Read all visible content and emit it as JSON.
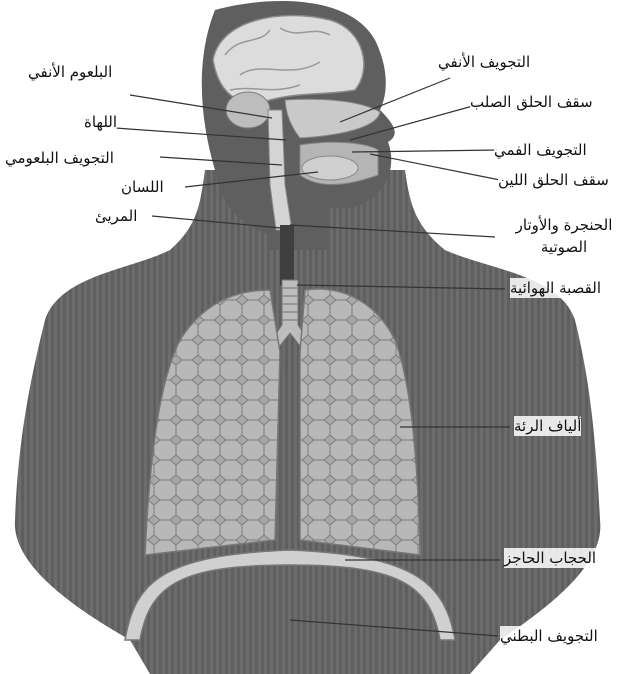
{
  "labels": {
    "nasopharynx": "البلعوم الأنفي",
    "uvula": "اللهاة",
    "oropharynx": "التجويف البلعومي",
    "tongue": "اللسان",
    "esophagus": "المريئ",
    "nasal_cavity": "التجويف الأنفي",
    "hard_palate": "سقف الحلق الصلب",
    "oral_cavity": "التجويف الفمي",
    "soft_palate": "سقف الحلق اللين",
    "larynx_vocal_cords": "الحنجرة والأوتار الصوتية",
    "trachea": "القصبة الهوائية",
    "lung_fibers": "ألياف الرئة",
    "diaphragm": "الحجاب الحاجز",
    "abdominal_cavity": "التجويف البطني"
  },
  "colors": {
    "body": "#5f5f5f",
    "head_light": "#c9c9c9",
    "brain": "#dcdcdc",
    "lung": "#a9a9a9",
    "cell": "#8a8a8a",
    "leader": "#333333"
  }
}
